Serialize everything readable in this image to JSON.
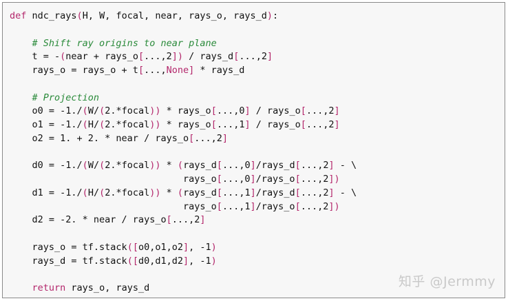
{
  "code_lines": [
    "def ndc_rays(H, W, focal, near, rays_o, rays_d):",
    "",
    "    # Shift ray origins to near plane",
    "    t = -(near + rays_o[...,2]) / rays_d[...,2]",
    "    rays_o = rays_o + t[...,None] * rays_d",
    "",
    "    # Projection",
    "    o0 = -1./(W/(2.*focal)) * rays_o[...,0] / rays_o[...,2]",
    "    o1 = -1./(H/(2.*focal)) * rays_o[...,1] / rays_o[...,2]",
    "    o2 = 1. + 2. * near / rays_o[...,2]",
    "",
    "    d0 = -1./(W/(2.*focal)) * (rays_d[...,0]/rays_d[...,2] - \\",
    "                               rays_o[...,0]/rays_o[...,2])",
    "    d1 = -1./(H/(2.*focal)) * (rays_d[...,1]/rays_d[...,2] - \\",
    "                               rays_o[...,1]/rays_o[...,2])",
    "    d2 = -2. * near / rays_o[...,2]",
    "",
    "    rays_o = tf.stack([o0,o1,o2], -1)",
    "    rays_d = tf.stack([d0,d1,d2], -1)",
    "",
    "    return rays_o, rays_d"
  ],
  "watermark": "知乎 @Jermmy",
  "colors": {
    "keyword": "#b3266b",
    "comment": "#2a8a3a",
    "text": "#111111",
    "background": "#f7f7f7",
    "border": "#8a8a8a"
  }
}
